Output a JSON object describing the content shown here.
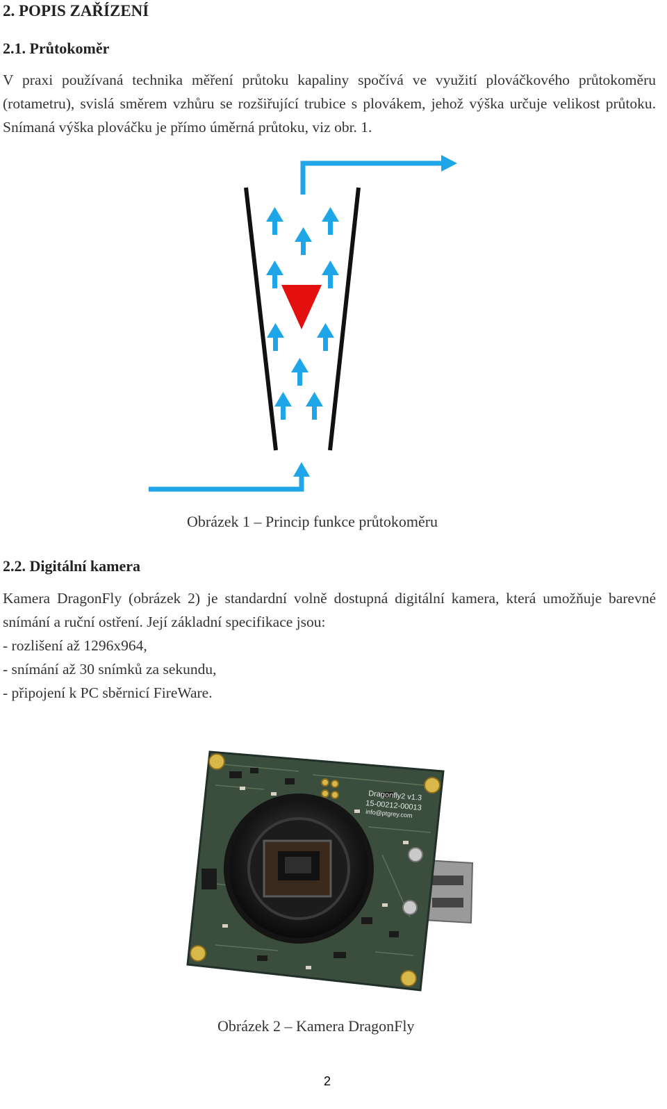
{
  "section": {
    "heading": "2. POPIS ZAŘÍZENÍ"
  },
  "flowmeter": {
    "heading": "2.1. Průtokoměr",
    "paragraph": "V praxi používaná technika měření průtoku kapaliny spočívá ve využití plováčkového průtokoměru (rotametru), svislá směrem vzhůru se rozšiřující trubice s plovákem, jehož výška určuje velikost průtoku. Snímaná výška plováčku je přímo úměrná průtoku, viz obr. 1.",
    "caption": "Obrázek 1 – Princip funkce průtokoměru",
    "colors": {
      "flow": "#1fa6e8",
      "float": "#e41010",
      "tube": "#111111"
    }
  },
  "camera": {
    "heading": "2.2. Digitální kamera",
    "paragraph": "Kamera DragonFly (obrázek 2) je standardní volně dostupná digitální kamera, která umožňuje barevné snímání a ruční ostření. Její základní specifikace jsou:",
    "specs": [
      "- rozlišení až 1296x964,",
      "- snímání až 30 snímků za sekundu,",
      "- připojení k PC sběrnicí FireWare."
    ],
    "board_labels": [
      "Dragonfly2 v1.3",
      "15-00212-00013",
      "info@ptgrey.com"
    ],
    "caption": "Obrázek 2 – Kamera DragonFly"
  },
  "page_number": "2"
}
